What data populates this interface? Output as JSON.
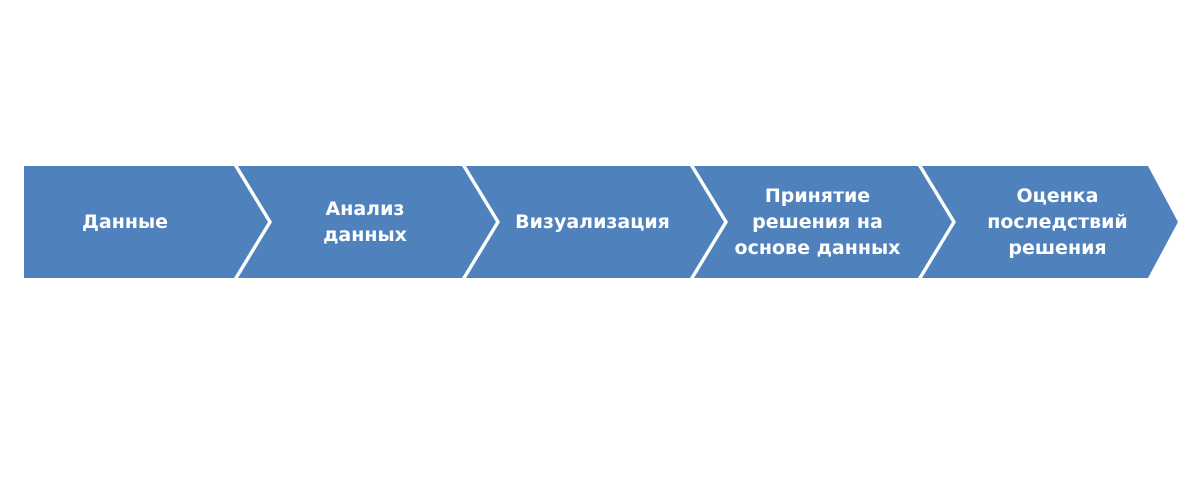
{
  "process": {
    "color": "#4f81bd",
    "text_color": "#ffffff",
    "steps": [
      {
        "label": "Данные"
      },
      {
        "label": "Анализ\nданных"
      },
      {
        "label": "Визуализация"
      },
      {
        "label": "Принятие\nрешения на\nоснове данных"
      },
      {
        "label": "Оценка\nпоследствий\nрешения"
      }
    ]
  }
}
